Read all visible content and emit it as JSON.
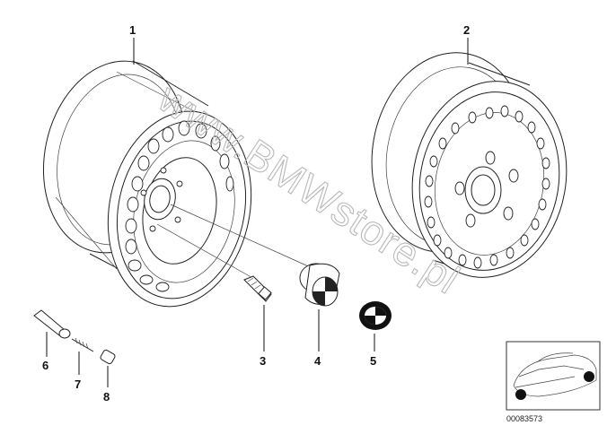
{
  "callouts": [
    "1",
    "2",
    "3",
    "4",
    "5",
    "6",
    "7",
    "8"
  ],
  "watermark": "www.BMWstore.pl",
  "thumbnail": {
    "reference_number": "00083573"
  }
}
